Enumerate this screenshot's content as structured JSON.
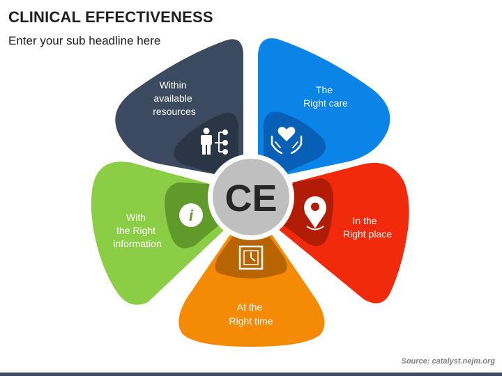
{
  "header": {
    "title": "CLINICAL EFFECTIVENESS",
    "subtitle": "Enter your sub headline here"
  },
  "center": {
    "label": "CE"
  },
  "petals": [
    {
      "id": "resources",
      "lines": [
        "Within",
        "available",
        "resources"
      ],
      "icon": "hierarchy-person-icon",
      "color": "#3b4a5e",
      "inner": "#2a3646"
    },
    {
      "id": "care",
      "lines": [
        "The",
        "Right care"
      ],
      "icon": "heart-hands-icon",
      "color": "#0a84e6",
      "inner": "#0760b5"
    },
    {
      "id": "place",
      "lines": [
        "In the",
        "Right place"
      ],
      "icon": "location-pin-icon",
      "color": "#f02a0a",
      "inner": "#b01c06"
    },
    {
      "id": "time",
      "lines": [
        "At the",
        "Right time"
      ],
      "icon": "clock-icon",
      "color": "#f58a05",
      "inner": "#b96402"
    },
    {
      "id": "information",
      "lines": [
        "With",
        "the Right",
        "information"
      ],
      "icon": "info-icon",
      "color": "#8bce45",
      "inner": "#5f9a2a"
    }
  ],
  "source": "Source: catalyst.nejm.org",
  "colors": {
    "center_fill": "#bfbfbf",
    "center_ring": "#ffffff",
    "footer": "#3b4a5e"
  }
}
